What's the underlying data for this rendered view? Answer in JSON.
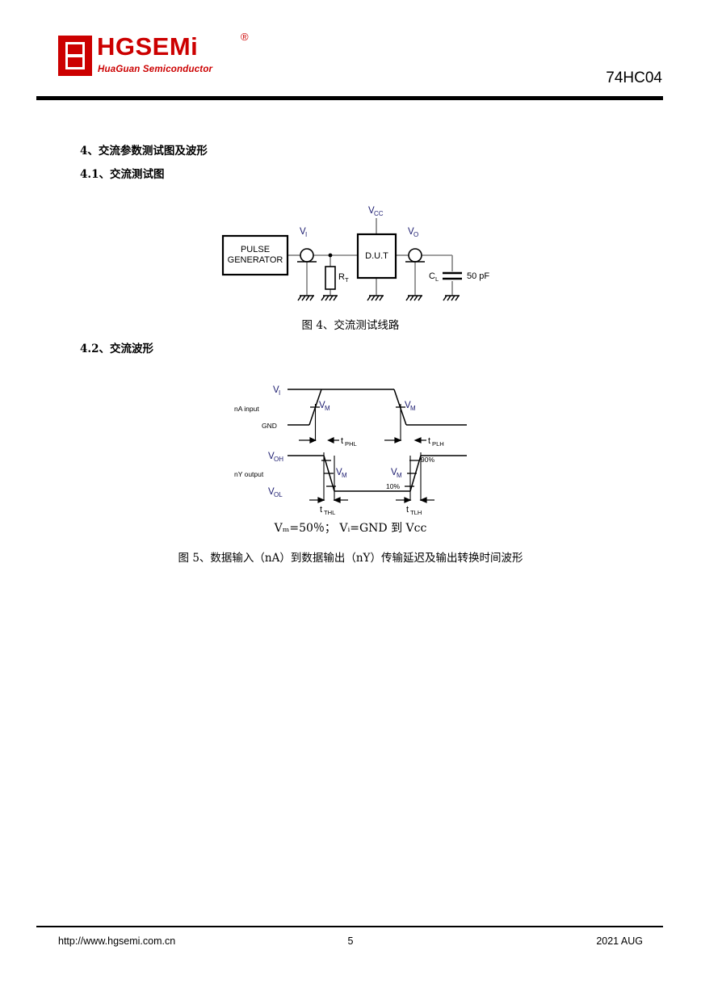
{
  "header": {
    "logo_word": "HGSEMi",
    "logo_registered": "®",
    "logo_tagline": "HuaGuan Semiconductor",
    "part_number": "74HC04"
  },
  "sections": {
    "heading_4": "4、交流参数测试图及波形",
    "heading_4_1": "4.1、交流测试图",
    "heading_4_2": "4.2、交流波形"
  },
  "figure4": {
    "caption": "图 4、交流测试线路",
    "pulse_generator_line1": "PULSE",
    "pulse_generator_line2": "GENERATOR",
    "dut_label": "D.U.T",
    "vcc_label": "V",
    "vcc_sub": "CC",
    "vi_label": "V",
    "vi_sub": "I",
    "vo_label": "V",
    "vo_sub": "O",
    "rt_label": "R",
    "rt_sub": "T",
    "cl_label": "C",
    "cl_sub": "L",
    "cap_value": "50 pF"
  },
  "figure5": {
    "caption": "图 5、数据输入（nA）到数据输出（nY）传输延迟及输出转换时间波形",
    "formula": "Vₘ=50％； Vᵢ=GND 到 Vcc",
    "input_row_label": "nA input",
    "output_row_label": "nY output",
    "vi_label": "V",
    "vi_sub": "I",
    "gnd_label": "GND",
    "voh_label": "V",
    "voh_sub": "OH",
    "vol_label": "V",
    "vol_sub": "OL",
    "vm_label": "V",
    "vm_sub": "M",
    "t_phl": "t",
    "t_phl_sub": "PHL",
    "t_plh": "t",
    "t_plh_sub": "PLH",
    "t_thl": "t",
    "t_thl_sub": "THL",
    "t_tlh": "t",
    "t_tlh_sub": "TLH",
    "pct_90": "90%",
    "pct_10": "10%"
  },
  "footer": {
    "url": "http://www.hgsemi.com.cn",
    "page_number": "5",
    "date": "2021 AUG"
  },
  "colors": {
    "brand_red": "#cc0000",
    "rule_black": "#000000",
    "label_blue": "#1a1a6e",
    "wire_gray": "#808080"
  }
}
